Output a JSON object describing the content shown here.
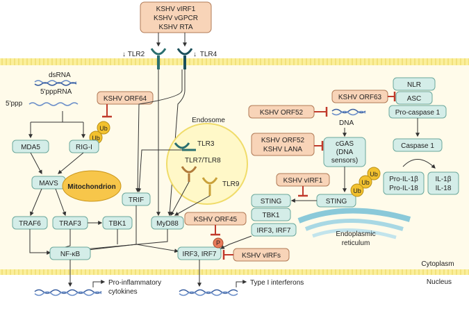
{
  "extracellular_box": [
    "KSHV vIRF1",
    "KSHV vGPCR",
    "KSHV RTA"
  ],
  "receptors": {
    "tlr2": "TLR2",
    "tlr4": "TLR4"
  },
  "ligands": {
    "dsrna": "dsRNA",
    "ppprna": "5'pppRNA",
    "ppp": "5'ppp"
  },
  "viral": {
    "orf64": "KSHV ORF64",
    "orf63": "KSHV ORF63",
    "orf52": "KSHV ORF52",
    "orf52_lana": [
      "KSHV ORF52",
      "KSHV  LANA"
    ],
    "virf1": "KSHV vIRF1",
    "orf45": "KSHV ORF45",
    "virfs": "KSHV vIRFs"
  },
  "host": {
    "mda5": "MDA5",
    "rigi": "RIG-I",
    "mavs": "MAVS",
    "mito": "Mitochondrion",
    "traf6": "TRAF6",
    "traf3": "TRAF3",
    "tbk1_left": "TBK1",
    "trif": "TRIF",
    "myd88": "MyD88",
    "nfkb": "NF-κB",
    "irf_left": "IRF3, IRF7",
    "nlr": "NLR",
    "asc": "ASC",
    "procasp": "Pro-caspase 1",
    "casp": "Caspase 1",
    "proil": [
      "Pro-IL-1β",
      "Pro-IL-18"
    ],
    "il": [
      "IL-1β",
      "IL-18"
    ],
    "cgas": [
      "cGAS",
      "(DNA",
      "sensors)"
    ],
    "sting_er": "STING",
    "sting": "STING",
    "tbk1_right": "TBK1",
    "irf_right": "IRF3, IRF7"
  },
  "labels": {
    "endosome": "Endosome",
    "tlr3": "TLR3",
    "tlr78": "TLR7/TLR8",
    "tlr9": "TLR9",
    "dna": "DNA",
    "er": [
      "Endoplasmic",
      "reticulum"
    ],
    "cytoplasm": "Cytoplasm",
    "nucleus": "Nucleus",
    "proinf": [
      "Pro-inflammatory",
      "cytokines"
    ],
    "ifn": "Type I interferons",
    "ub": "Ub",
    "p": "P"
  },
  "colors": {
    "host": "#d4ede8",
    "viral": "#f8d4b8",
    "ub": "#f2c12e",
    "mito": "#f7c64a",
    "inhibit": "#c0392b",
    "membrane": "#f6e27a"
  }
}
